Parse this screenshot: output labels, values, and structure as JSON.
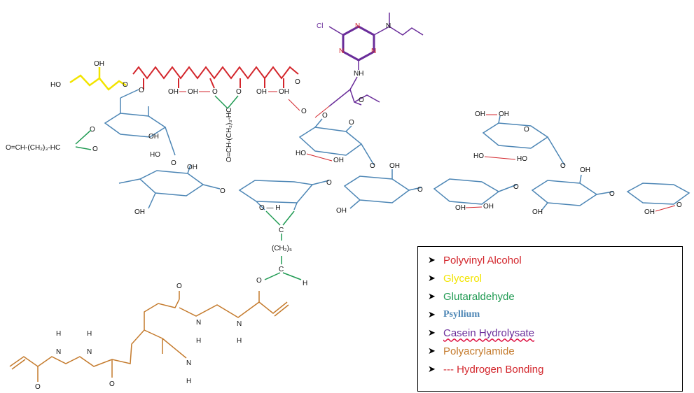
{
  "colors": {
    "pva": "#d3262c",
    "glycerol": "#f2e400",
    "glutaraldehyde": "#1f9a52",
    "psyllium": "#4d86b5",
    "casein": "#6a2d9a",
    "polyacrylamide": "#c47a2c",
    "hbond": "#d3262c",
    "black": "#111111"
  },
  "labels": {
    "oh": "OH",
    "o": "O",
    "ho": "HO",
    "n": "N",
    "h": "H",
    "nh": "NH",
    "cl": "Cl",
    "c": "C",
    "o_h": "O — H",
    "ch2_5": "(CH₂)₅",
    "aldehyde_left": "O=CH-(CH₂)₃-HC",
    "aldehyde_vertical": "O=CH-(CH₂)₃-HC"
  },
  "legend": {
    "items": [
      {
        "text": "Polyvinyl Alcohol",
        "color": "#d3262c"
      },
      {
        "text": "Glycerol",
        "color": "#f2e400"
      },
      {
        "text": "Glutaraldehyde",
        "color": "#1f9a52"
      },
      {
        "text": "Psyllium",
        "color": "#4d86b5"
      },
      {
        "text": "Casein Hydrolysate",
        "color": "#6a2d9a"
      },
      {
        "text": "Polyacrylamide",
        "color": "#c47a2c"
      },
      {
        "text": "--- Hydrogen Bonding",
        "color": "#d3262c"
      }
    ]
  }
}
